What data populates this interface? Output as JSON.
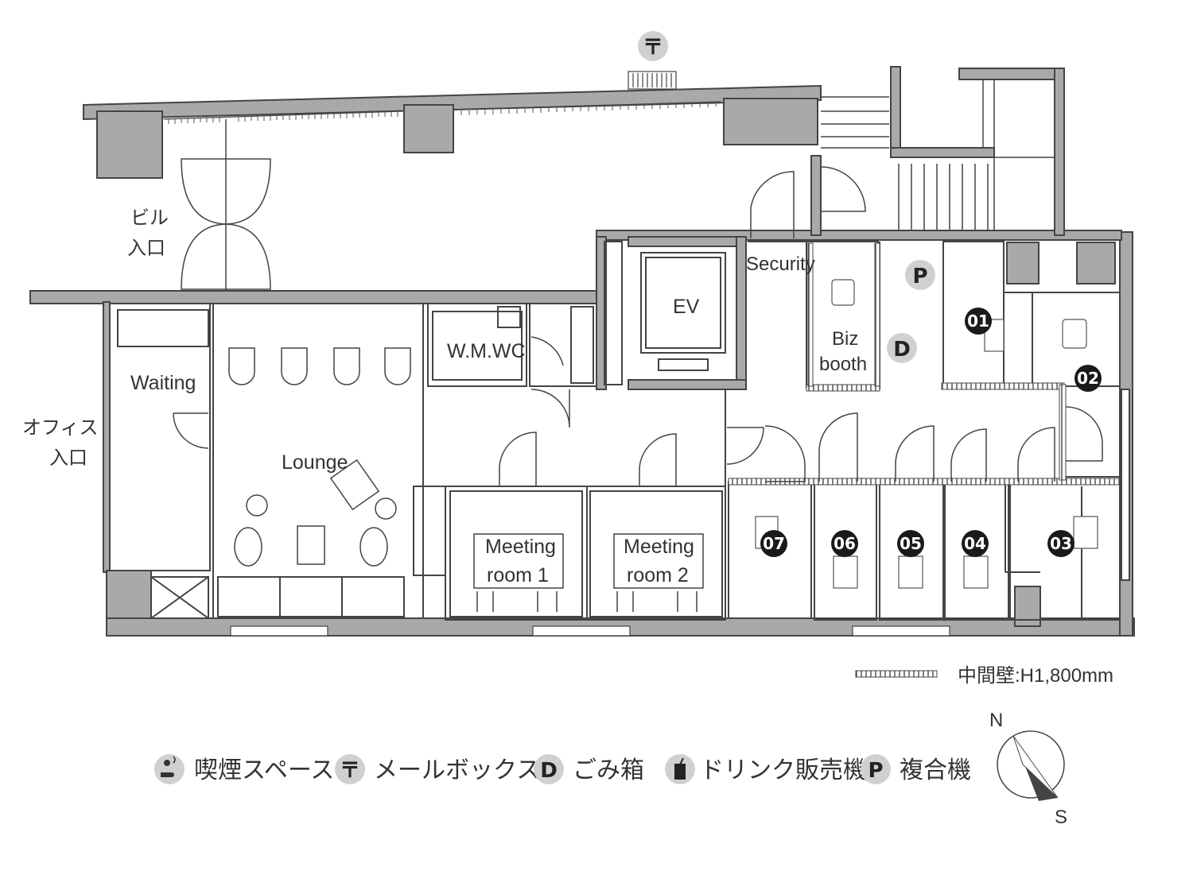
{
  "labels": {
    "building_entrance": [
      "ビル",
      "入口"
    ],
    "office_entrance": [
      "オフィス",
      "入口"
    ],
    "waiting": "Waiting",
    "lounge": "Lounge",
    "wmwc": "W.M.WC",
    "ev": "EV",
    "security": "Security",
    "biz_booth": [
      "Biz",
      "booth"
    ],
    "meeting_room_1": [
      "Meeting",
      "room 1"
    ],
    "meeting_room_2": [
      "Meeting",
      "room 2"
    ]
  },
  "booths": [
    "01",
    "02",
    "03",
    "04",
    "05",
    "06",
    "07"
  ],
  "icons": {
    "printer": "P",
    "trash": "D",
    "mailbox": "〒"
  },
  "partition_note": "中間壁:H1,800mm",
  "legend": [
    {
      "icon": "smoking-icon",
      "glyph": "",
      "label": "喫煙スペース"
    },
    {
      "icon": "mailbox-icon",
      "glyph": "〒",
      "label": "メールボックス"
    },
    {
      "icon": "trash-icon",
      "glyph": "D",
      "label": "ごみ箱"
    },
    {
      "icon": "drink-icon",
      "glyph": "",
      "label": "ドリンク販売機"
    },
    {
      "icon": "printer-icon",
      "glyph": "P",
      "label": "複合機"
    }
  ],
  "compass": {
    "north": "N",
    "south": "S"
  },
  "colors": {
    "wall": "#a9a9a9",
    "stroke": "#444444",
    "badge": "#1a1a1a",
    "icon_bg": "#d0d0d0"
  }
}
